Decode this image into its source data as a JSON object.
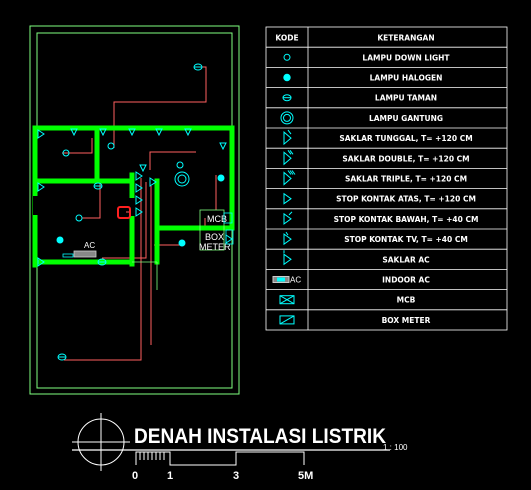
{
  "legend": {
    "header_code": "KODE",
    "header_desc": "KETERANGAN",
    "items": [
      {
        "symbol": "downlight",
        "label": "LAMPU DOWN LIGHT"
      },
      {
        "symbol": "halogen",
        "label": "LAMPU HALOGEN"
      },
      {
        "symbol": "taman",
        "label": "LAMPU TAMAN"
      },
      {
        "symbol": "gantung",
        "label": "LAMPU GANTUNG"
      },
      {
        "symbol": "saklar-tunggal",
        "label": "SAKLAR TUNGGAL, T= +120 CM"
      },
      {
        "symbol": "saklar-double",
        "label": "SAKLAR DOUBLE, T= +120 CM"
      },
      {
        "symbol": "saklar-triple",
        "label": "SAKLAR TRIPLE, T= +120 CM"
      },
      {
        "symbol": "stop-atas",
        "label": "STOP KONTAK ATAS, T= +120 CM"
      },
      {
        "symbol": "stop-bawah",
        "label": "STOP KONTAK BAWAH, T= +40 CM"
      },
      {
        "symbol": "stop-tv",
        "label": "STOP KONTAK TV, T= +40 CM"
      },
      {
        "symbol": "saklar-ac",
        "label": "SAKLAR AC"
      },
      {
        "symbol": "indoor-ac",
        "label": "INDOOR AC",
        "code_text": "AC"
      },
      {
        "symbol": "mcb",
        "label": "MCB"
      },
      {
        "symbol": "box-meter",
        "label": "BOX METER"
      }
    ]
  },
  "plan": {
    "ac_label": "AC",
    "mcb_label": "MCB",
    "box_label": "BOX",
    "meter_label": "METER"
  },
  "title": {
    "text": "DENAH INSTALASI LISTRIK",
    "scale": "1 : 100",
    "scale_ticks": [
      "0",
      "1",
      "3",
      "5M"
    ]
  },
  "colors": {
    "wall": "#00ff00",
    "outline": "#7fff7f",
    "symbol": "#00ffff",
    "wire": "#ff6060",
    "legend_line": "#ffffff"
  }
}
